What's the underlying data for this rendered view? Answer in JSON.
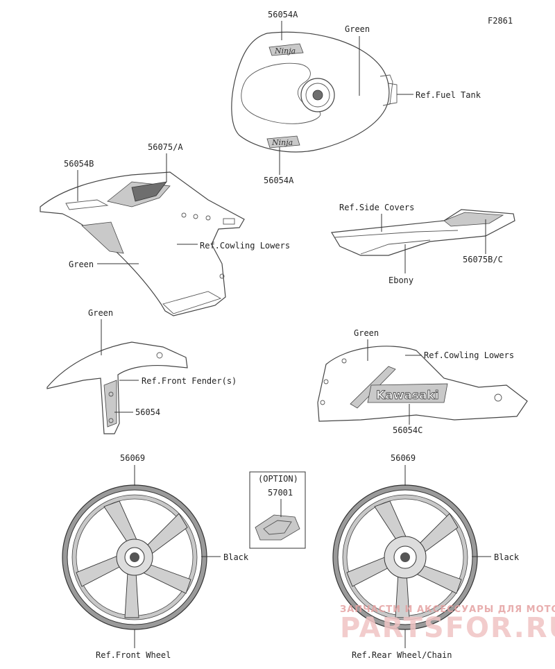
{
  "figure_code": "F2861",
  "labels": {
    "tank_top": "56054A",
    "tank_bottom": "56054A",
    "tank_color": "Green",
    "tank_ref": "Ref.Fuel Tank",
    "cowl_56054b": "56054B",
    "cowl_56075a": "56075/A",
    "cowl_ref": "Ref.Cowling Lowers",
    "cowl_color": "Green",
    "side_ref": "Ref.Side Covers",
    "side_part": "56075B/C",
    "side_color": "Ebony",
    "fender_color": "Green",
    "fender_ref": "Ref.Front Fender(s)",
    "fender_part": "56054",
    "lower_color": "Green",
    "lower_ref": "Ref.Cowling Lowers",
    "lower_part": "56054C",
    "front_wheel_part": "56069",
    "front_wheel_color": "Black",
    "front_wheel_ref": "Ref.Front Wheel",
    "rear_wheel_part": "56069",
    "rear_wheel_color": "Black",
    "rear_wheel_ref": "Ref.Rear Wheel/Chain",
    "option_title": "(OPTION)",
    "option_part": "57001"
  },
  "decal_text": {
    "ninja": "Ninja",
    "kawasaki": "Kawasaki"
  },
  "watermark": {
    "line1": "ЗАПЧАСТИ И АКСЕССУАРЫ ДЛЯ МОТОТЕХНИКИ",
    "line2": "PARTSFOR.RU"
  },
  "colors": {
    "line": "#333333",
    "watermark": "#e4a0a0"
  }
}
